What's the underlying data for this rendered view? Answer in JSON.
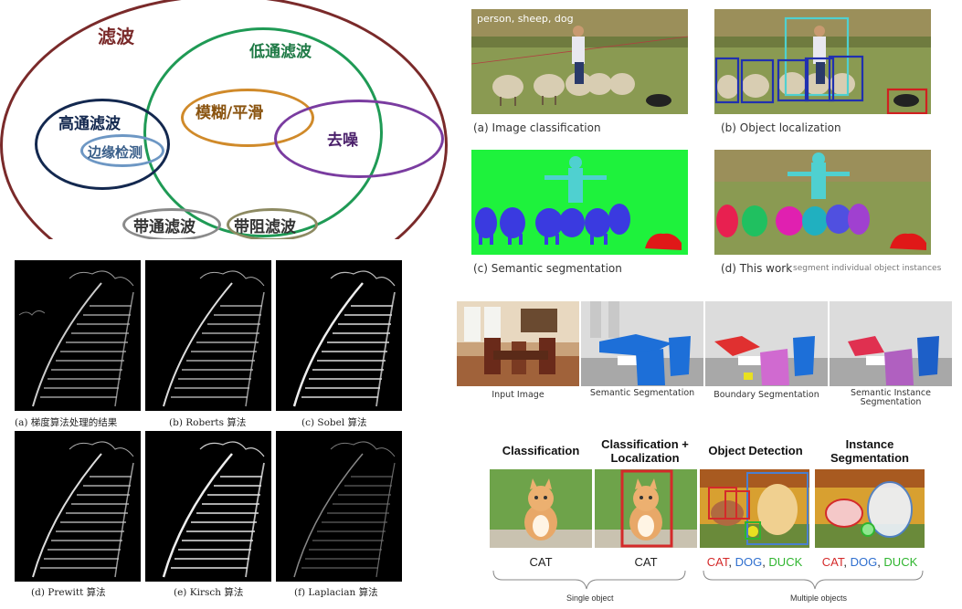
{
  "venn": {
    "filtering": "滤波",
    "lowpass": "低通滤波",
    "highpass": "高通滤波",
    "edge_detection": "边缘检测",
    "blur_smooth": "模糊/平滑",
    "denoise": "去噪",
    "bandpass": "带通滤波",
    "bandstop": "带阻滤波"
  },
  "edge_grid": {
    "captions": [
      "(a) 梯度算法处理的结果",
      "(b) Roberts 算法",
      "(c) Sobel 算法",
      "(d) Prewitt 算法",
      "(e) Kirsch 算法",
      "(f) Laplacian 算法"
    ]
  },
  "segmentation_fig": {
    "overlay_text": "person, sheep, dog",
    "captions": [
      "(a) Image classification",
      "(b) Object localization",
      "(c) Semantic segmentation",
      "(d) This work"
    ],
    "caption_d_overlay": "segment individual object instances"
  },
  "room_fig": {
    "captions": [
      "Input Image",
      "Semantic Segmentation",
      "Boundary Segmentation",
      "Semantic Instance Segmentation"
    ]
  },
  "cat_fig": {
    "titles": [
      "Classification",
      "Classification + Localization",
      "Object Detection",
      "Instance Segmentation"
    ],
    "labels_single": [
      "CAT",
      "CAT"
    ],
    "labels_multi": [
      {
        "cat": "CAT",
        "sep1": ", ",
        "dog": "DOG",
        "sep2": ", ",
        "duck": "DUCK"
      },
      {
        "cat": "CAT",
        "sep1": ", ",
        "dog": "DOG",
        "sep2": ", ",
        "duck": "DUCK"
      }
    ],
    "brace_single": "Single object",
    "brace_multi": "Multiple objects",
    "colors": {
      "cat": "#d42a2a",
      "dog": "#2f6fcf",
      "duck": "#2fb52f"
    }
  }
}
